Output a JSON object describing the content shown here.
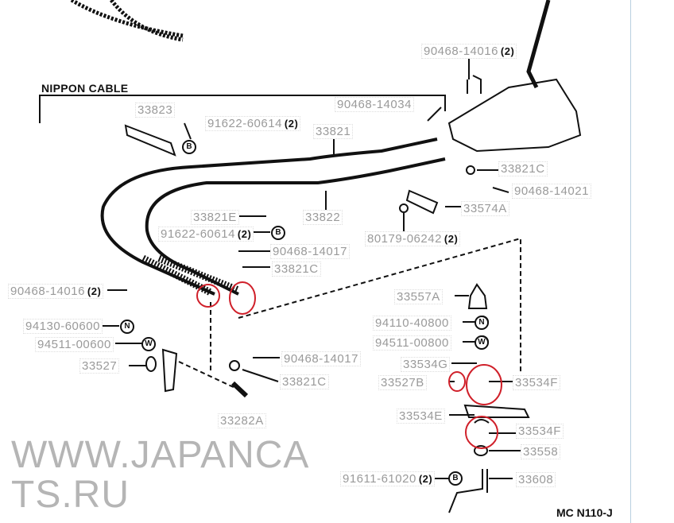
{
  "diagram_title": "NIPPON CABLE",
  "diagram_code": "MC N110-J",
  "watermark": "WWW.JAPANCATS.RU",
  "symbols": {
    "bolt": "B",
    "nut": "N",
    "washer": "W"
  },
  "accent_color": "#d0202a",
  "parts": [
    {
      "num": "90468-14016",
      "qty": "(2)"
    },
    {
      "num": "33823",
      "qty": ""
    },
    {
      "num": "91622-60614",
      "qty": "(2)"
    },
    {
      "num": "90468-14034",
      "qty": ""
    },
    {
      "num": "33821",
      "qty": ""
    },
    {
      "num": "33821C",
      "qty": ""
    },
    {
      "num": "90468-14021",
      "qty": ""
    },
    {
      "num": "33821E",
      "qty": ""
    },
    {
      "num": "33822",
      "qty": ""
    },
    {
      "num": "33574A",
      "qty": ""
    },
    {
      "num": "91622-60614",
      "qty": "(2)"
    },
    {
      "num": "80179-06242",
      "qty": "(2)"
    },
    {
      "num": "90468-14017",
      "qty": ""
    },
    {
      "num": "33821C",
      "qty": ""
    },
    {
      "num": "90468-14016",
      "qty": "(2)"
    },
    {
      "num": "33557A",
      "qty": ""
    },
    {
      "num": "94130-60600",
      "qty": ""
    },
    {
      "num": "94110-40800",
      "qty": ""
    },
    {
      "num": "94511-00600",
      "qty": ""
    },
    {
      "num": "94511-00800",
      "qty": ""
    },
    {
      "num": "33527",
      "qty": ""
    },
    {
      "num": "90468-14017",
      "qty": ""
    },
    {
      "num": "33534G",
      "qty": ""
    },
    {
      "num": "33821C",
      "qty": ""
    },
    {
      "num": "33527B",
      "qty": ""
    },
    {
      "num": "33534F",
      "qty": ""
    },
    {
      "num": "33534E",
      "qty": ""
    },
    {
      "num": "33282A",
      "qty": ""
    },
    {
      "num": "33534F",
      "qty": ""
    },
    {
      "num": "33558",
      "qty": ""
    },
    {
      "num": "91611-61020",
      "qty": "(2)"
    },
    {
      "num": "33608",
      "qty": ""
    }
  ]
}
